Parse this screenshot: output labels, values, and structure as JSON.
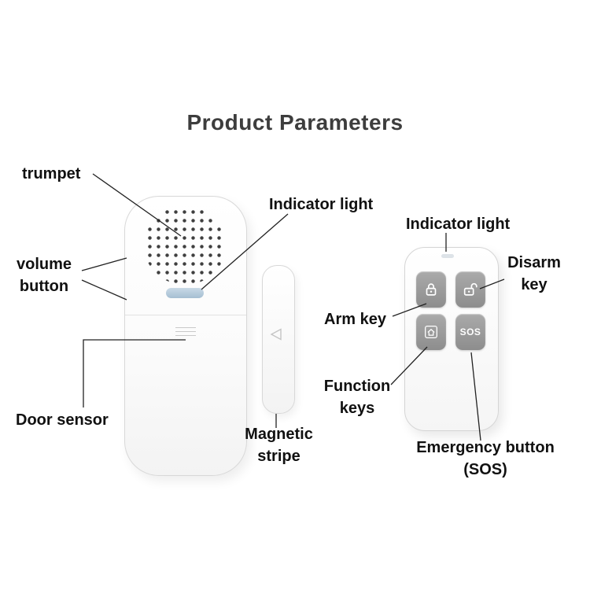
{
  "title": "Product Parameters",
  "sensor": {
    "labels": {
      "trumpet": "trumpet",
      "volume_button": "volume button",
      "door_sensor": "Door sensor",
      "indicator_light": "Indicator light",
      "magnetic_stripe": "Magnetic stripe"
    }
  },
  "remote": {
    "labels": {
      "indicator_light": "Indicator light",
      "disarm_key": "Disarm key",
      "arm_key": "Arm key",
      "function_keys": "Function keys",
      "emergency_button": "Emergency button (SOS)"
    },
    "buttons": [
      {
        "name": "arm",
        "icon": "lock-closed-icon",
        "label": ""
      },
      {
        "name": "disarm",
        "icon": "lock-open-icon",
        "label": ""
      },
      {
        "name": "function",
        "icon": "home-icon",
        "label": ""
      },
      {
        "name": "sos",
        "icon": "sos-text",
        "label": "SOS"
      }
    ]
  },
  "colors": {
    "indicator_light_blue": "#abc4d8",
    "remote_button_gray": "#9a9a9a",
    "label_text": "#111111",
    "title_text": "#3d3d3d"
  }
}
